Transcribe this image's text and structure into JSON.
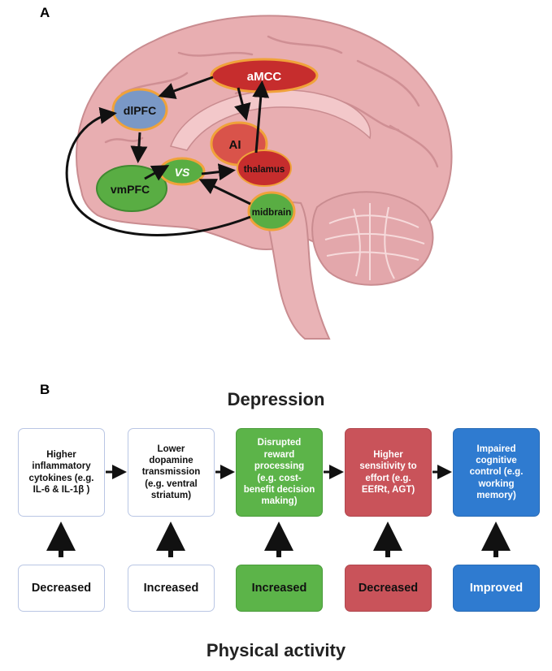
{
  "panel_a": {
    "label": "A",
    "regions": {
      "amcc": "aMCC",
      "dlpfc": "dlPFC",
      "ai": "AI",
      "vs": "VS",
      "vmpfc": "vmPFC",
      "thalamus": "thalamus",
      "midbrain": "midbrain"
    }
  },
  "panel_b": {
    "label": "B",
    "title": "Depression",
    "footer": "Physical activity",
    "top_boxes": [
      {
        "text": "Higher\ninflammatory\ncytokines (e.g.\nIL-6 & IL-1β )",
        "color": "#ffffff"
      },
      {
        "text": "Lower\ndopamine\ntransmission\n(e.g. ventral\nstriatum)",
        "color": "#ffffff"
      },
      {
        "text": "Disrupted\nreward\nprocessing\n(e.g. cost-\nbenefit decision\nmaking)",
        "color": "#5cb449"
      },
      {
        "text": "Higher\nsensitivity to\neffort (e.g.\nEEfRt, AGT)",
        "color": "#c9535a"
      },
      {
        "text": "Impaired\ncognitive\ncontrol (e.g.\nworking\nmemory)",
        "color": "#2f7bd0"
      }
    ],
    "bottom_boxes": [
      {
        "text": "Decreased",
        "color": "#ffffff"
      },
      {
        "text": "Increased",
        "color": "#ffffff"
      },
      {
        "text": "Increased",
        "color": "#5cb449"
      },
      {
        "text": "Decreased",
        "color": "#c9535a"
      },
      {
        "text": "Improved",
        "color": "#2f7bd0"
      }
    ]
  }
}
